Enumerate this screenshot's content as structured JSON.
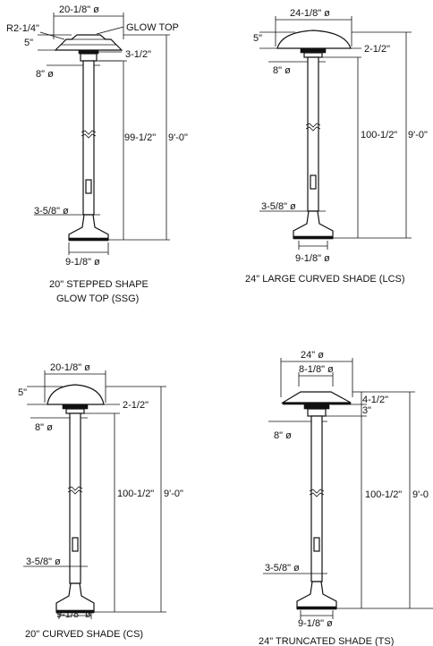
{
  "ssg": {
    "shade_dia": "20-1/8\" ø",
    "radius": "R2-1/4\"",
    "glow_top": "GLOW TOP",
    "shade_h": "5\"",
    "cap_h": "3-1/2\"",
    "pole_dia": "8\" ø",
    "pole_len": "99-1/2\"",
    "overall_h": "9'-0\"",
    "door_h": "3-5/8\" ø",
    "base_dia": "9-1/8\" ø",
    "caption1": "20\" STEPPED SHAPE",
    "caption2": "GLOW TOP (SSG)"
  },
  "lcs": {
    "shade_dia": "24-1/8\" ø",
    "shade_h": "5\"",
    "cap_h": "2-1/2\"",
    "pole_dia": "8\" ø",
    "pole_len": "100-1/2\"",
    "overall_h": "9'-0\"",
    "door_h": "3-5/8\" ø",
    "base_dia": "9-1/8\" ø",
    "caption": "24\" LARGE CURVED SHADE (LCS)"
  },
  "cs": {
    "shade_dia": "20-1/8\" ø",
    "shade_h": "5\"",
    "cap_h": "2-1/2\"",
    "pole_dia": "8\" ø",
    "pole_len": "100-1/2\"",
    "overall_h": "9'-0\"",
    "door_h": "3-5/8\" ø",
    "base_dia": "9-1/8\" ø",
    "caption": "20\" CURVED SHADE (CS)"
  },
  "ts": {
    "shade_dia": "24\" ø",
    "top_dia": "8-1/8\" ø",
    "shade_h": "4-1/2\"",
    "cap_h": "3\"",
    "pole_dia": "8\" ø",
    "pole_len": "100-1/2\"",
    "overall_h": "9'-0",
    "door_h": "3-5/8\" ø",
    "base_dia": "9-1/8\" ø",
    "caption": "24\" TRUNCATED SHADE (TS)"
  }
}
